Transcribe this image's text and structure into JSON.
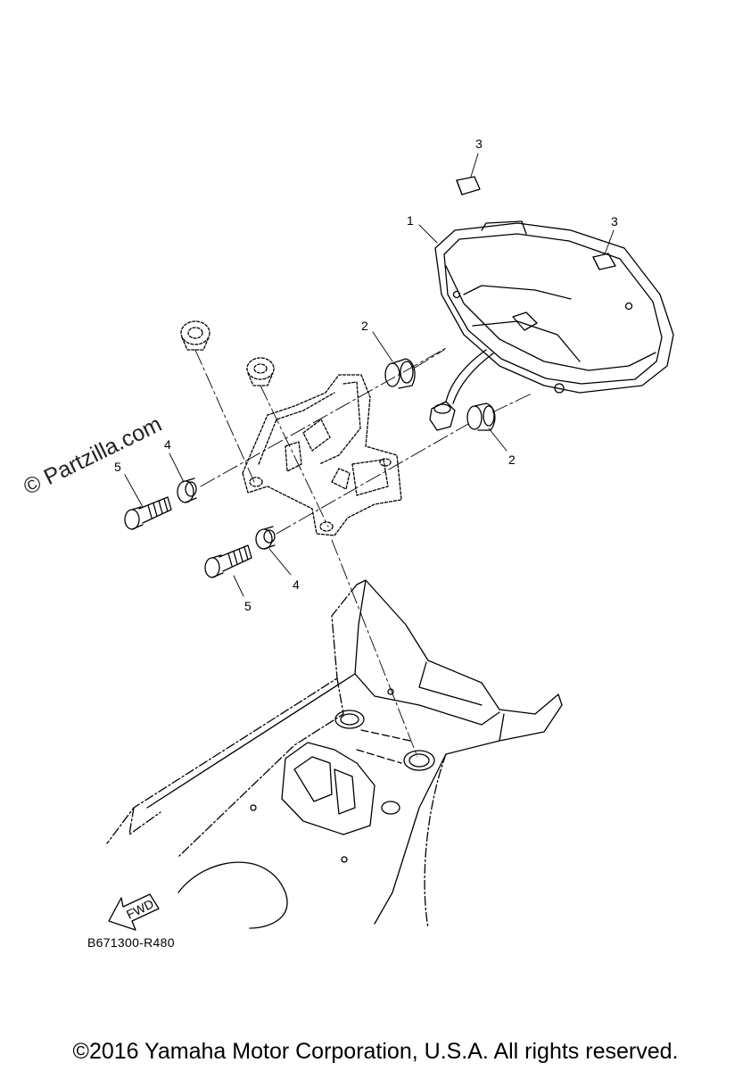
{
  "diagram": {
    "callouts": [
      {
        "id": "c1",
        "text": "1"
      },
      {
        "id": "c2a",
        "text": "2"
      },
      {
        "id": "c2b",
        "text": "2"
      },
      {
        "id": "c3a",
        "text": "3"
      },
      {
        "id": "c3b",
        "text": "3"
      },
      {
        "id": "c4a",
        "text": "4"
      },
      {
        "id": "c4b",
        "text": "4"
      },
      {
        "id": "c5a",
        "text": "5"
      },
      {
        "id": "c5b",
        "text": "5"
      }
    ],
    "fwd_label": "FWD",
    "part_code": "B671300-R480"
  },
  "watermark": "© Partzilla.com",
  "copyright": "©2016 Yamaha Motor Corporation, U.S.A. All rights reserved."
}
